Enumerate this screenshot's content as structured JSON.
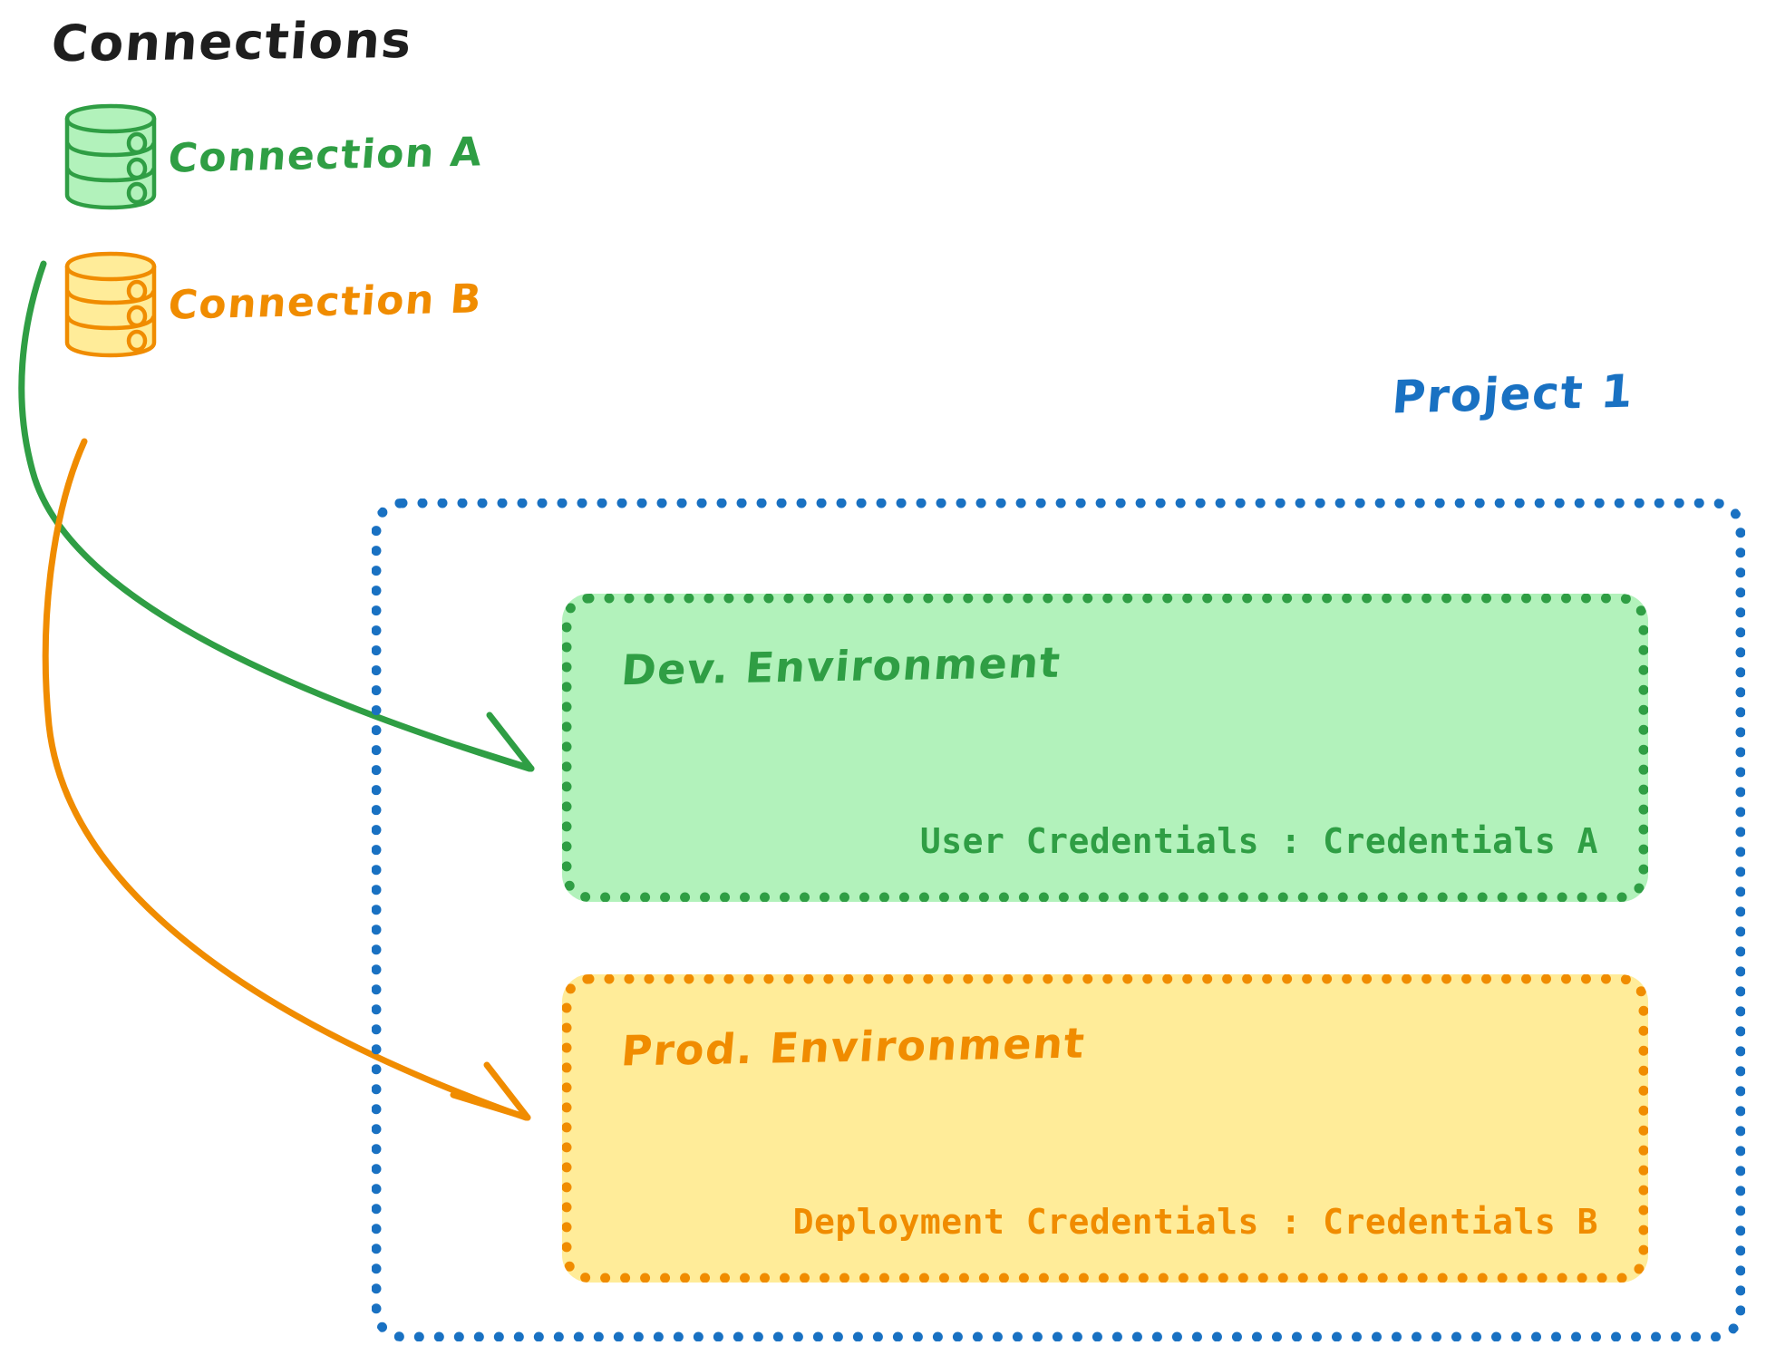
{
  "diagram": {
    "title": "Connections",
    "background_color": "#ffffff"
  },
  "connections": {
    "heading": "Connections",
    "items": [
      {
        "id": "connection-a",
        "label": "Connection A",
        "icon": "database-cylinder-icon",
        "color": "#2f9e44",
        "fill": "#b2f2bb",
        "targets": "dev-environment"
      },
      {
        "id": "connection-b",
        "label": "Connection B",
        "icon": "database-cylinder-icon",
        "color": "#f08c00",
        "fill": "#ffec99",
        "targets": "prod-environment"
      }
    ]
  },
  "project": {
    "title": "Project 1",
    "color": "#1971c2",
    "border_style": "dotted",
    "environments": [
      {
        "id": "dev-environment",
        "title": "Dev. Environment",
        "credentials_label": "User Credentials : Credentials A",
        "color": "#2f9e44",
        "fill": "#b2f2bb"
      },
      {
        "id": "prod-environment",
        "title": "Prod. Environment",
        "credentials_label": "Deployment Credentials : Credentials B",
        "color": "#f08c00",
        "fill": "#ffec99"
      }
    ]
  },
  "arrows": [
    {
      "id": "arrow-connection-a-to-dev",
      "from": "connection-a",
      "to": "dev-environment",
      "color": "#2f9e44"
    },
    {
      "id": "arrow-connection-b-to-prod",
      "from": "connection-b",
      "to": "prod-environment",
      "color": "#f08c00"
    }
  ]
}
